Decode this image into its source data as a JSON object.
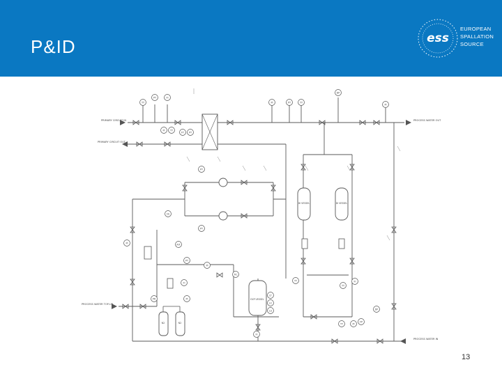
{
  "slide": {
    "title": "P&ID",
    "page_number": "13"
  },
  "logo": {
    "mark": "ess",
    "line1": "EUROPEAN",
    "line2": "SPALLATION",
    "line3": "SOURCE"
  },
  "diagram": {
    "streams": {
      "primary_in": "PRIMARY CIRCUIT IN",
      "primary_out": "PRIMARY CIRCUIT OUT",
      "process_out": "PROCESS WATER OUT",
      "process_in": "PROCESS WATER IN",
      "topup": "PROCESS WATER TOP-UP"
    },
    "equipment": {
      "di_left": "DI VESSEL",
      "di_right": "DI VESSEL",
      "exp_vessel": "EXP VESSEL",
      "n2_left": "N2",
      "n2_right": "N2"
    },
    "instruments": {
      "tt": "TT",
      "pt": "PT",
      "fi": "FI",
      "pi": "PI",
      "ft": "FT",
      "dp": "DP",
      "lt": "LT",
      "lc": "LC",
      "ls": "LS",
      "ce": "CE",
      "ait": "AIT",
      "pr": "PR",
      "tic": "TIC",
      "fp": "FP"
    }
  }
}
